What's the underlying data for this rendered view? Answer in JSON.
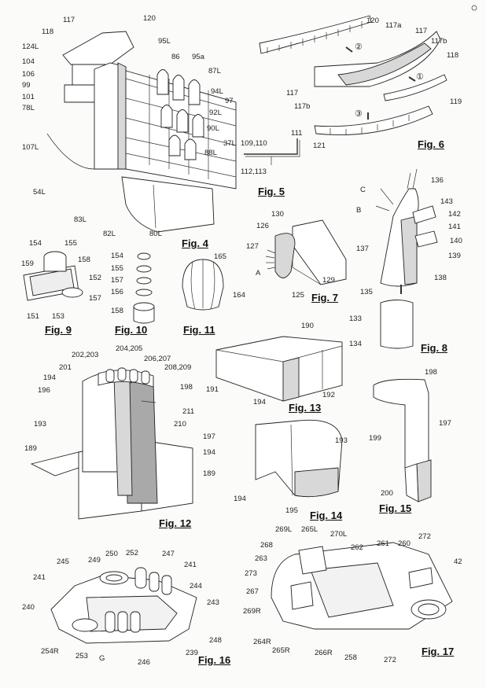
{
  "captions": {
    "fig4": "Fig. 4",
    "fig5": "Fig. 5",
    "fig6": "Fig. 6",
    "fig7": "Fig. 7",
    "fig8": "Fig. 8",
    "fig9": "Fig. 9",
    "fig10": "Fig. 10",
    "fig11": "Fig. 11",
    "fig12": "Fig. 12",
    "fig13": "Fig. 13",
    "fig14": "Fig. 14",
    "fig15": "Fig. 15",
    "fig16": "Fig. 16",
    "fig17": "Fig. 17"
  },
  "fig4": {
    "l117": "117",
    "l120": "120",
    "l118": "118",
    "l124L": "124L",
    "l95L": "95L",
    "l86": "86",
    "l95a": "95a",
    "l104": "104",
    "l106": "106",
    "l87L": "87L",
    "l99": "99",
    "l94L": "94L",
    "l101": "101",
    "l97": "97",
    "l78L": "78L",
    "l92L": "92L",
    "l90L": "90L",
    "l107L": "107L",
    "l88L": "88L",
    "l37L": "37L",
    "l54L": "54L",
    "l83L": "83L",
    "l82L": "82L",
    "l80L": "80L"
  },
  "fig5": {
    "l111": "111",
    "l109_110": "109,110",
    "l112_113": "112,113"
  },
  "fig6": {
    "l120": "120",
    "l117a": "117a",
    "l117_top": "117",
    "l117b_top": "117b",
    "l118": "118",
    "l117_left": "117",
    "l117b_left": "117b",
    "l119": "119",
    "l121": "121",
    "s1": "①",
    "s2": "②",
    "s3": "③"
  },
  "fig7": {
    "l130": "130",
    "l126": "126",
    "l127": "127",
    "lA": "A",
    "l129": "129",
    "l125": "125"
  },
  "fig8": {
    "lC": "C",
    "l136": "136",
    "l143": "143",
    "lB": "B",
    "l142": "142",
    "l141": "141",
    "l140": "140",
    "l137": "137",
    "l139": "139",
    "l138": "138",
    "l135": "135",
    "l133": "133",
    "l134": "134"
  },
  "fig9": {
    "l154": "154",
    "l155": "155",
    "l159": "159",
    "l158": "158",
    "l152": "152",
    "l157": "157",
    "l151": "151",
    "l153": "153"
  },
  "fig10": {
    "l154": "154",
    "l155": "155",
    "l157": "157",
    "l156": "156",
    "l158": "158"
  },
  "fig11": {
    "l165": "165",
    "l164": "164"
  },
  "fig12": {
    "l204_205": "204,205",
    "l202_203": "202,203",
    "l206_207": "206,207",
    "l201": "201",
    "l208_209": "208,209",
    "l194_top": "194",
    "l196": "196",
    "l198": "198",
    "l211": "211",
    "l210": "210",
    "l193": "193",
    "l197": "197",
    "l189_left": "189",
    "l194_right": "194",
    "l189_right": "189"
  },
  "fig13": {
    "l190": "190",
    "l191": "191",
    "l192": "192"
  },
  "fig14": {
    "l194_top": "194",
    "l193": "193",
    "l194_left": "194",
    "l195": "195"
  },
  "fig15": {
    "l198": "198",
    "l197": "197",
    "l199": "199",
    "l200": "200"
  },
  "fig16": {
    "l250": "250",
    "l252": "252",
    "l245": "245",
    "l249": "249",
    "l247": "247",
    "l241_right": "241",
    "l241_left": "241",
    "l244": "244",
    "l243": "243",
    "l240": "240",
    "l248": "248",
    "l254R": "254R",
    "l253": "253",
    "lG": "G",
    "l246": "246",
    "l239": "239"
  },
  "fig17": {
    "l269L": "269L",
    "l265L": "265L",
    "l270L": "270L",
    "l268": "268",
    "l262": "262",
    "l261": "261",
    "l260": "260",
    "l272_top": "272",
    "l263": "263",
    "l42": "42",
    "l273": "273",
    "l267": "267",
    "l269R": "269R",
    "l264R": "264R",
    "l265R": "265R",
    "l266R": "266R",
    "l258": "258",
    "l272_bottom": "272"
  }
}
